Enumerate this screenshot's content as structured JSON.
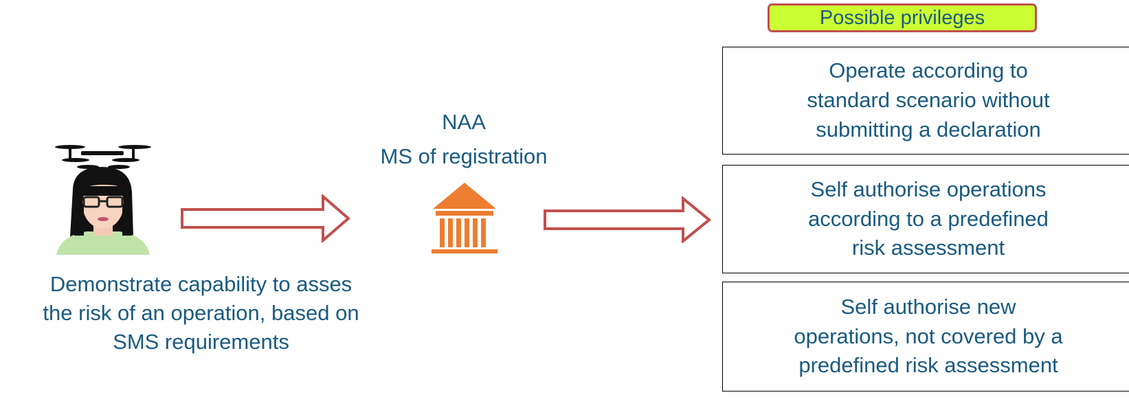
{
  "person": {
    "icon": "drone-operator-icon",
    "caption_lines": [
      "Demonstrate capability to asses",
      "the risk of an operation, based on",
      "SMS requirements"
    ]
  },
  "authority": {
    "icon": "government-building-icon",
    "title": "NAA",
    "subtitle": "MS of registration"
  },
  "privileges": {
    "header": "Possible privileges",
    "items": [
      {
        "lines": [
          "Operate according to",
          "standard scenario without",
          "submitting a declaration"
        ]
      },
      {
        "lines": [
          "Self authorise operations",
          "according to a predefined",
          "risk assessment"
        ]
      },
      {
        "lines": [
          "Self authorise new",
          "operations, not covered by a",
          "predefined risk assessment"
        ]
      }
    ]
  },
  "colors": {
    "text": "#1a5a80",
    "arrow": "#c0504d",
    "header_fill": "#ccff33",
    "building": "#ed7d31"
  }
}
